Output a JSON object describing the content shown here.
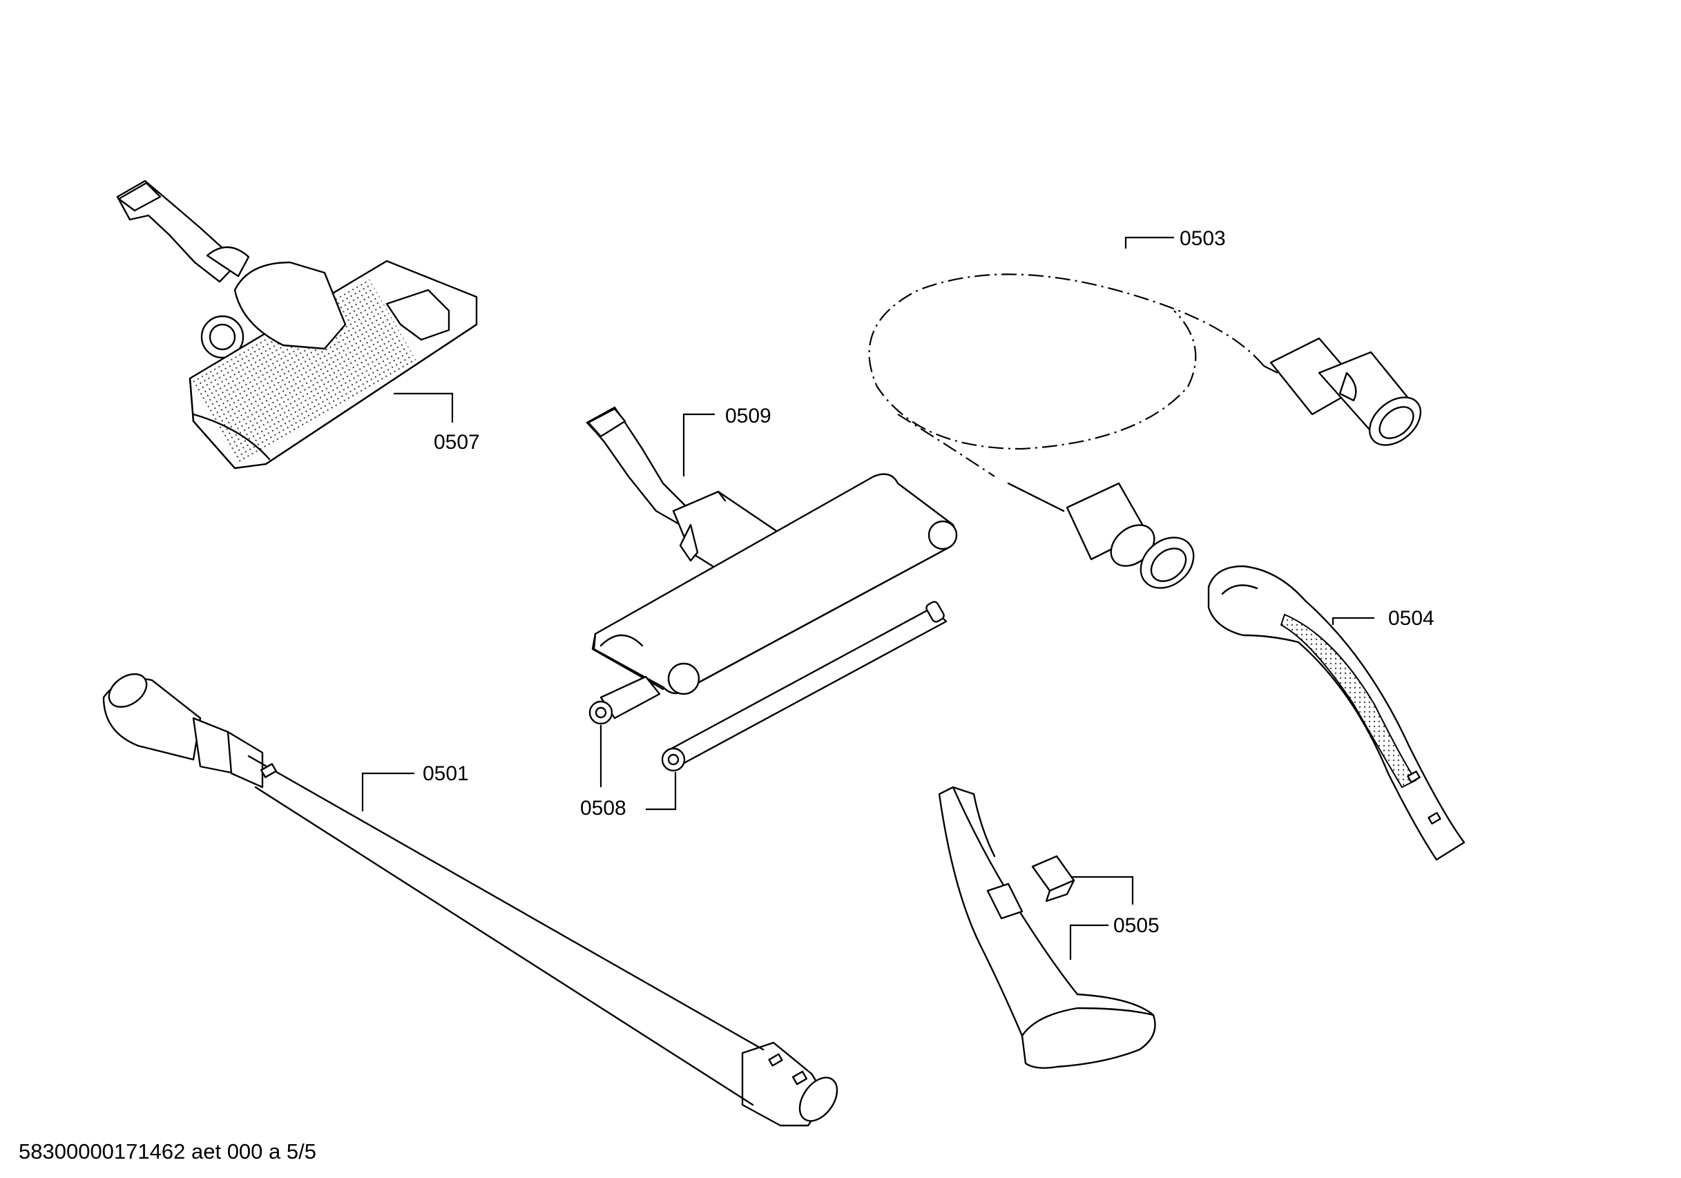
{
  "diagram": {
    "parts": [
      {
        "id": "0507"
      },
      {
        "id": "0509"
      },
      {
        "id": "0503"
      },
      {
        "id": "0504"
      },
      {
        "id": "0501"
      },
      {
        "id": "0508"
      },
      {
        "id": "0505"
      }
    ],
    "footer": "58300000171462 aet 000 a 5/5"
  }
}
